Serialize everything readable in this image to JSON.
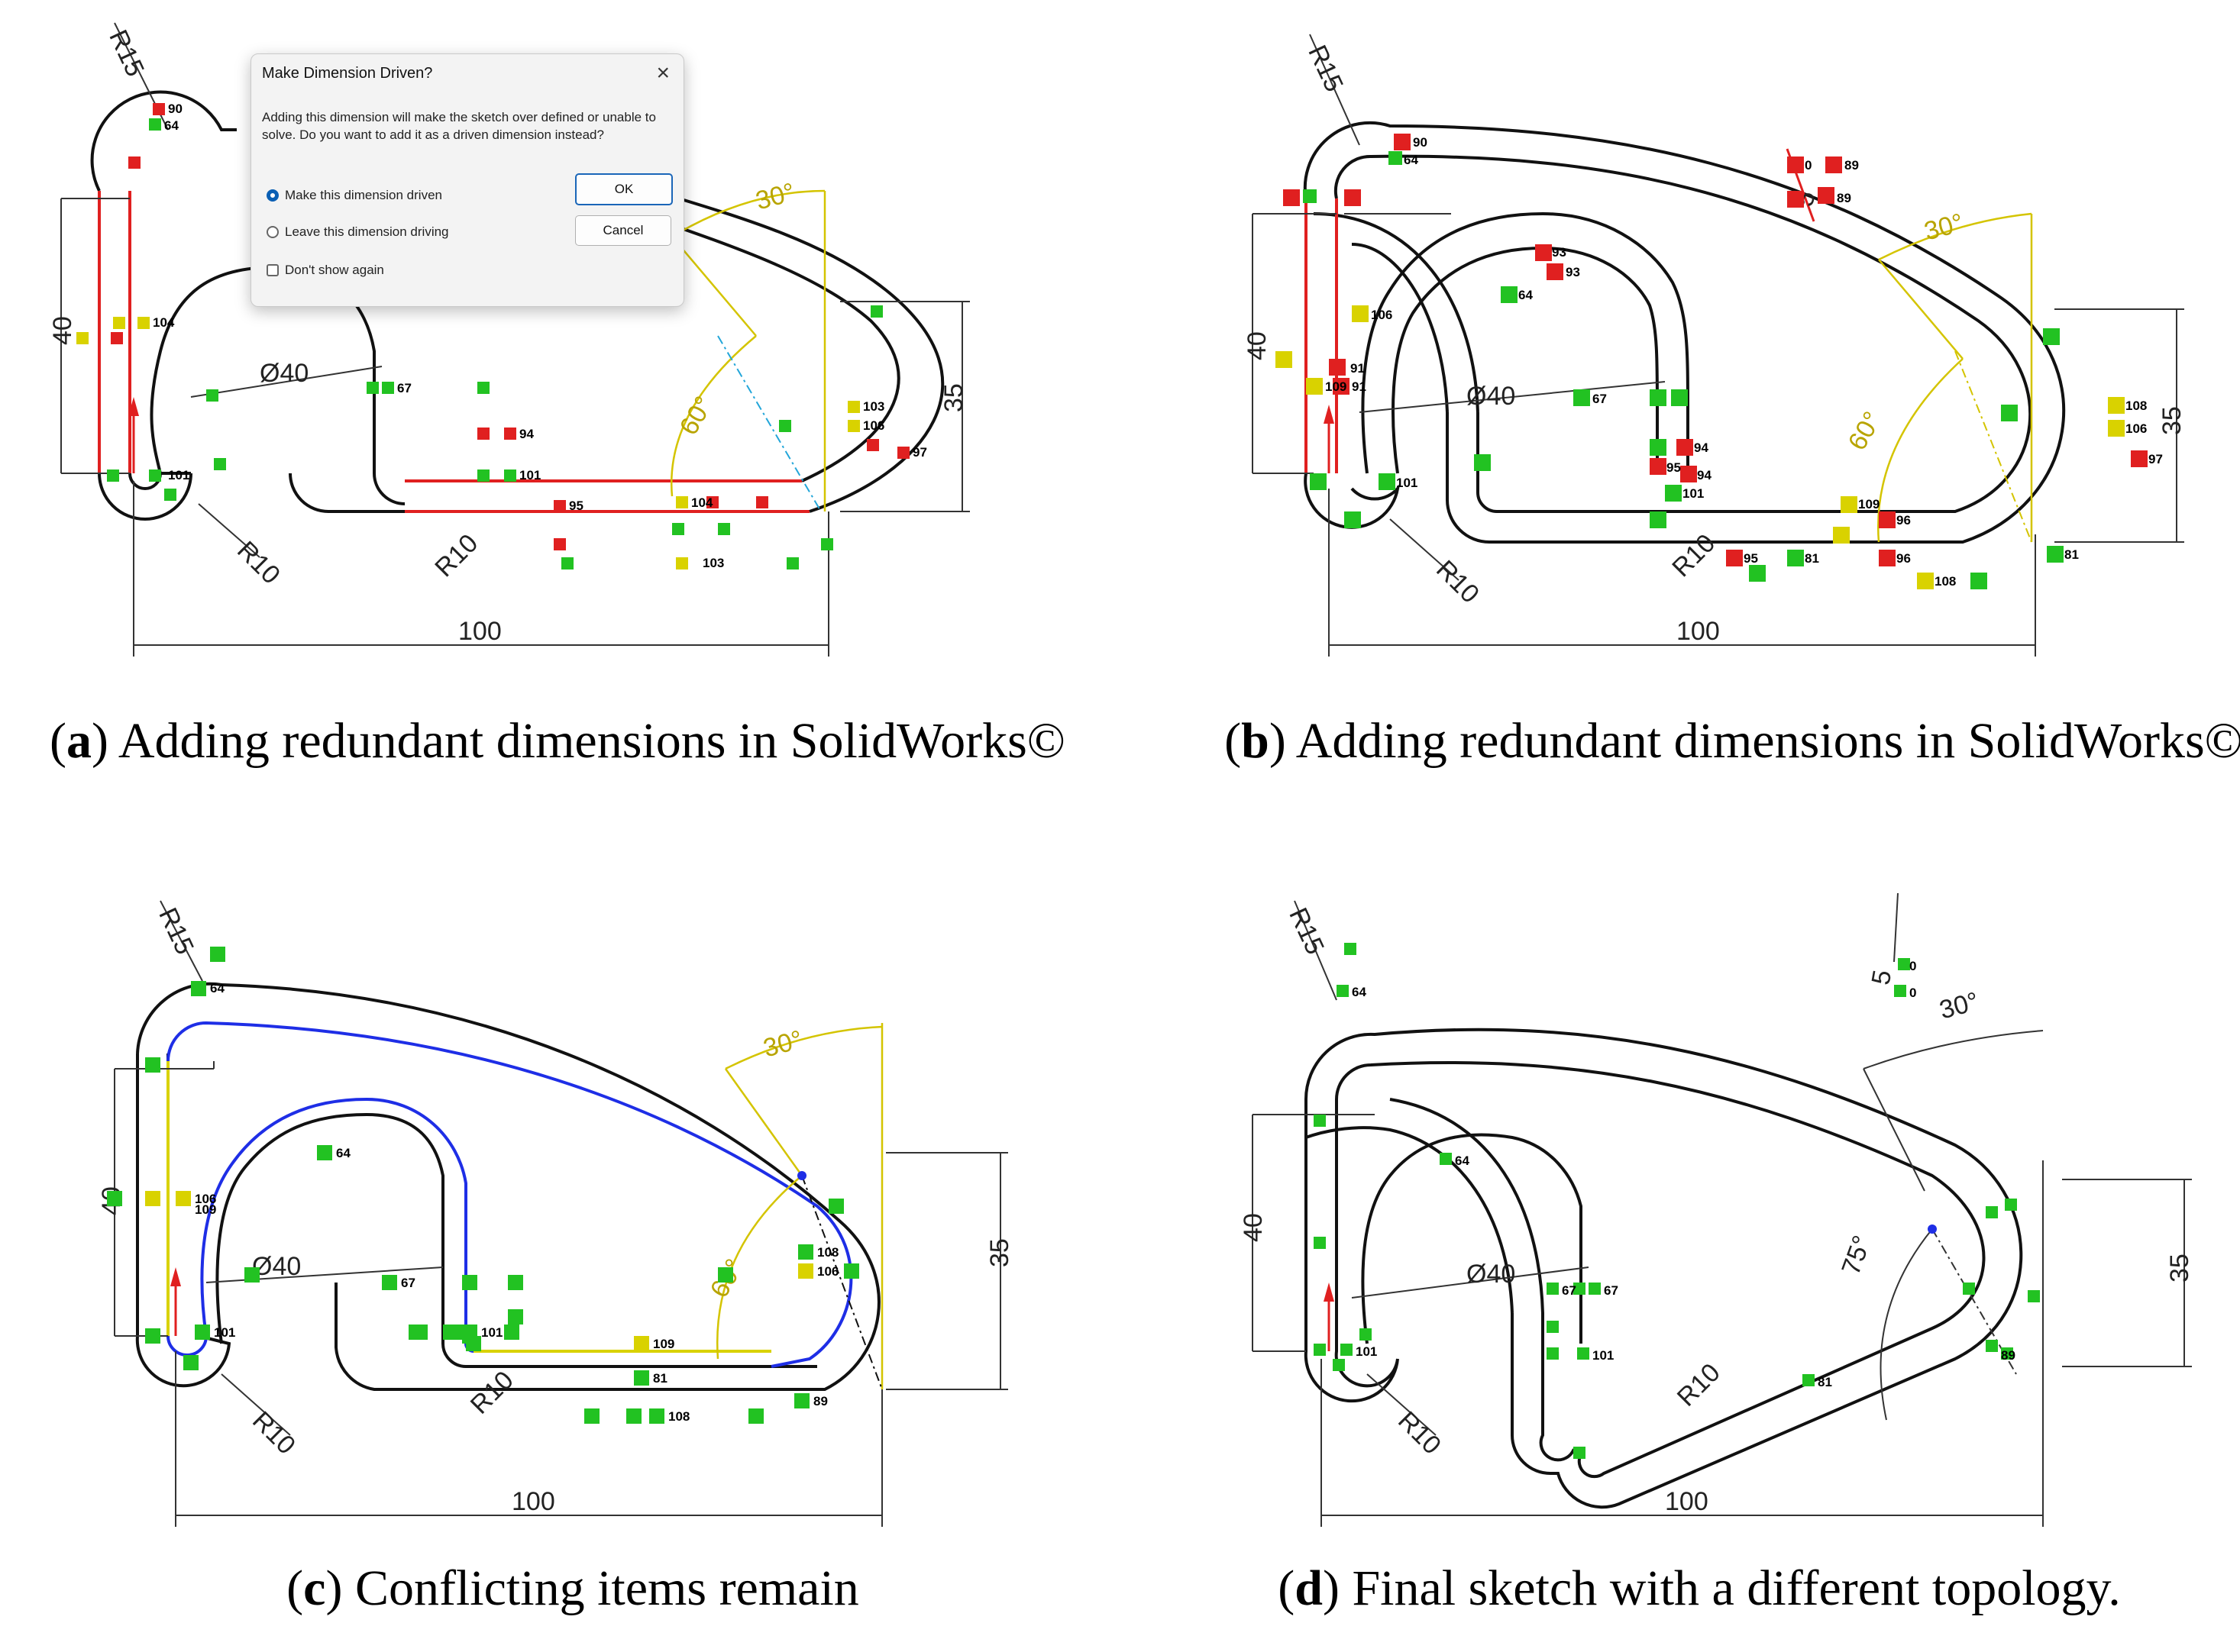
{
  "panels": [
    {
      "id": "a",
      "letter": "a",
      "caption": "Adding redundant dimensions in SolidWorks©"
    },
    {
      "id": "b",
      "letter": "b",
      "caption": "Adding redundant dimensions in SolidWorks©"
    },
    {
      "id": "c",
      "letter": "c",
      "caption": "Conflicting items remain"
    },
    {
      "id": "d",
      "letter": "d",
      "caption": "Final sketch with a different topology."
    }
  ],
  "dimensions": {
    "r15": "R15",
    "r10": "R10",
    "d40": "Ø40",
    "v40": "40",
    "v35": "35",
    "h100": "100",
    "a30": "30°",
    "a60": "60°",
    "a75": "75°",
    "t5": "5"
  },
  "tags": {
    "t64": "64",
    "t67": "67",
    "t81": "81",
    "t89": "89",
    "t90": "90",
    "t91": "91",
    "t93": "93",
    "t94": "94",
    "t95": "95",
    "t96": "96",
    "t97": "97",
    "t101": "101",
    "t103": "103",
    "t104": "104",
    "t106": "106",
    "t108": "108",
    "t109": "109",
    "t0": "0"
  },
  "dialog": {
    "title": "Make Dimension Driven?",
    "message": "Adding this dimension will make the sketch over defined or unable to solve.  Do you want to add it as a driven dimension instead?",
    "option_driven": "Make this dimension driven",
    "option_driving": "Leave this dimension driving",
    "checkbox": "Don't show again",
    "ok": "OK",
    "cancel": "Cancel"
  },
  "colors": {
    "sketch": "#111111",
    "overdefined": "#e02020",
    "dimension_yellow": "#d4c400",
    "relation_green": "#22c222",
    "relation_red": "#e02020",
    "relation_yellow": "#d9d200",
    "under_defined": "#1e2ee6",
    "axis": "#23a6d9"
  }
}
